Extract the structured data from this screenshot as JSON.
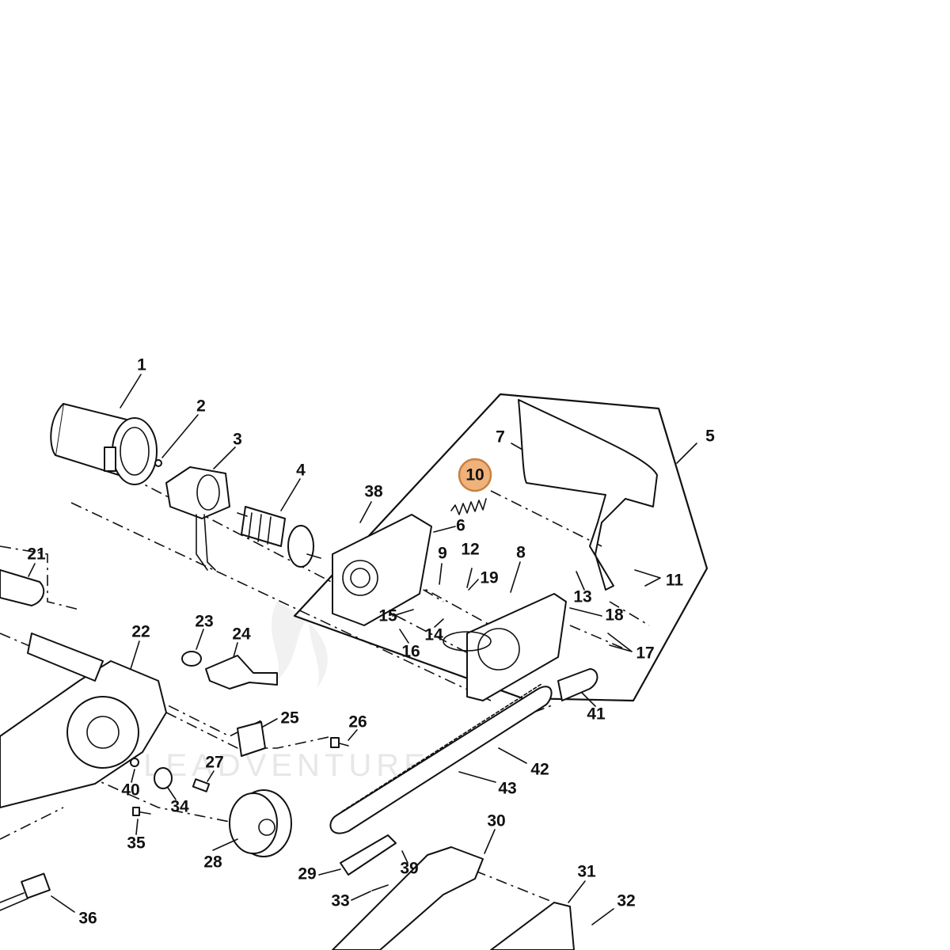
{
  "diagram": {
    "highlighted_callout": "10",
    "highlight_color": "#efb27b",
    "watermark": "LEADVENTURE",
    "callouts": [
      {
        "id": "1",
        "label": "1"
      },
      {
        "id": "2",
        "label": "2"
      },
      {
        "id": "3",
        "label": "3"
      },
      {
        "id": "4",
        "label": "4"
      },
      {
        "id": "5",
        "label": "5"
      },
      {
        "id": "6",
        "label": "6"
      },
      {
        "id": "7",
        "label": "7"
      },
      {
        "id": "8",
        "label": "8"
      },
      {
        "id": "9",
        "label": "9"
      },
      {
        "id": "10",
        "label": "10"
      },
      {
        "id": "11",
        "label": "11"
      },
      {
        "id": "12",
        "label": "12"
      },
      {
        "id": "13",
        "label": "13"
      },
      {
        "id": "14",
        "label": "14"
      },
      {
        "id": "15",
        "label": "15"
      },
      {
        "id": "16",
        "label": "16"
      },
      {
        "id": "17",
        "label": "17"
      },
      {
        "id": "18",
        "label": "18"
      },
      {
        "id": "19",
        "label": "19"
      },
      {
        "id": "21",
        "label": "21"
      },
      {
        "id": "22",
        "label": "22"
      },
      {
        "id": "23",
        "label": "23"
      },
      {
        "id": "24",
        "label": "24"
      },
      {
        "id": "25",
        "label": "25"
      },
      {
        "id": "26",
        "label": "26"
      },
      {
        "id": "27",
        "label": "27"
      },
      {
        "id": "28",
        "label": "28"
      },
      {
        "id": "29",
        "label": "29"
      },
      {
        "id": "30",
        "label": "30"
      },
      {
        "id": "31",
        "label": "31"
      },
      {
        "id": "32",
        "label": "32"
      },
      {
        "id": "33",
        "label": "33"
      },
      {
        "id": "34",
        "label": "34"
      },
      {
        "id": "35",
        "label": "35"
      },
      {
        "id": "36",
        "label": "36"
      },
      {
        "id": "38",
        "label": "38"
      },
      {
        "id": "39",
        "label": "39"
      },
      {
        "id": "40",
        "label": "40"
      },
      {
        "id": "41",
        "label": "41"
      },
      {
        "id": "42",
        "label": "42"
      },
      {
        "id": "43",
        "label": "43"
      }
    ]
  }
}
